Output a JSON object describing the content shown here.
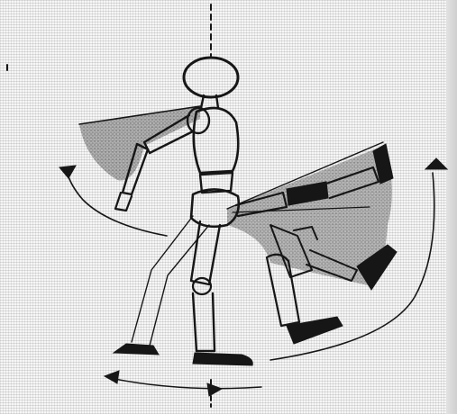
{
  "figure": {
    "subject-icon": "wooden-mannequin-kicking-icon",
    "motion-arrow-icons": [
      "arc-arrow-left",
      "arc-arrow-right",
      "floor-arrow-left",
      "floor-arrow-right"
    ],
    "ink_color": "#161616",
    "wedge_color": "#5a5a5a",
    "paper_color": "#f6f6f6"
  }
}
